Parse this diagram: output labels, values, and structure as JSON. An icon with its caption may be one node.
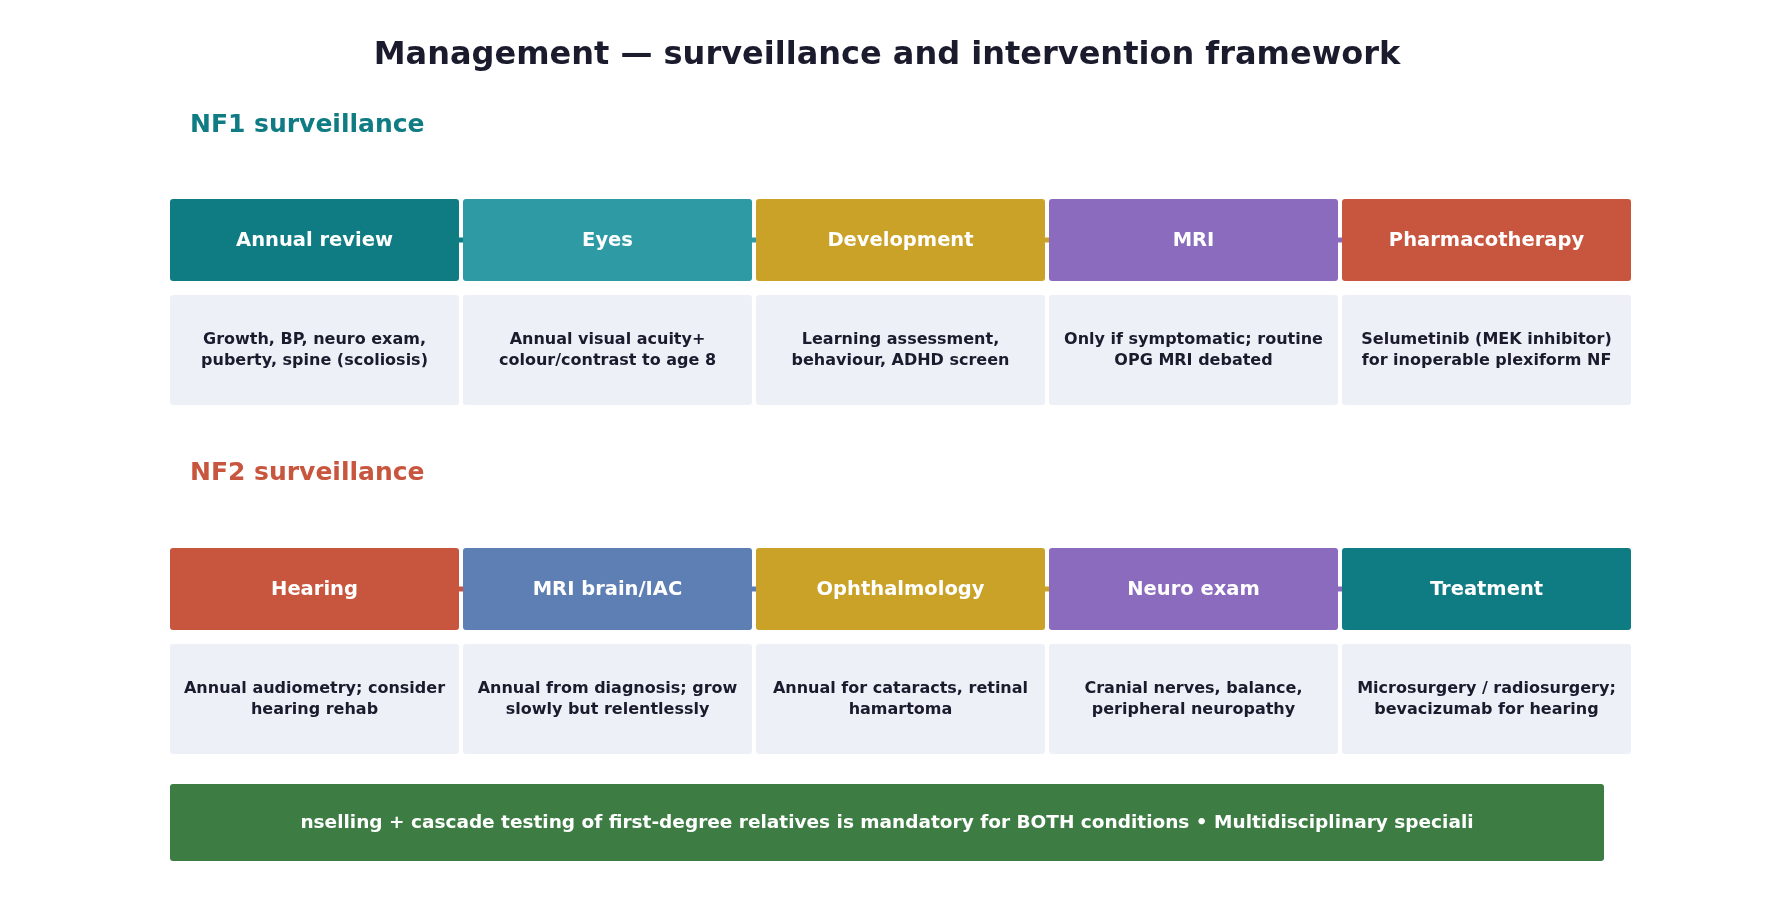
{
  "diagram": {
    "title": "Management — surveillance and intervention framework",
    "nodes": [
      {
        "text": [
          "Annual review"
        ]
      },
      {
        "text": [
          "Eyes"
        ]
      },
      {
        "text": [
          "Development"
        ]
      },
      {
        "text": [
          "MRI"
        ]
      },
      {
        "text": [
          "Pharmacotherapy"
        ]
      },
      {
        "text": [
          "Growth, BP, neuro exam, puberty, spine (scoliosis)"
        ]
      },
      {
        "text": [
          "Annual visual acuity+ colour/contrast to age 8"
        ]
      },
      {
        "text": [
          "Learning assessment, behaviour, ADHD screen"
        ]
      },
      {
        "text": [
          "Only if symptomatic; routine OPG MRI debated"
        ]
      },
      {
        "text": [
          "Selumetinib (MEK inhibitor) for inoperable plexiform NF"
        ]
      },
      {
        "text": [
          "Hearing"
        ]
      },
      {
        "text": [
          "MRI brain/IAC"
        ]
      },
      {
        "text": [
          "Ophthalmology"
        ]
      },
      {
        "text": [
          "Neuro exam"
        ]
      },
      {
        "text": [
          "Treatment"
        ]
      },
      {
        "text": [
          "Annual audiometry; consider hearing rehab"
        ]
      },
      {
        "text": [
          "Annual from diagnosis; grow slowly but relentlessly"
        ]
      },
      {
        "text": [
          "Annual for cataracts, retinal hamartoma"
        ]
      },
      {
        "text": [
          "Cranial nerves, balance, peripheral neuropathy"
        ]
      },
      {
        "text": [
          "Microsurgery / radiosurgery; bevacizumab for hearing"
        ]
      },
      {
        "text": [
          "nselling + cascade testing of first-degree relatives is mandatory for BOTH conditions • Multidisciplinary speciali"
        ]
      }
    ],
    "edges": [
      {
        "from": 0,
        "to": 1,
        "arrow": "none",
        "color": "#0f7b83"
      },
      {
        "from": 1,
        "to": 2,
        "arrow": "none",
        "color": "#2e9aa4"
      },
      {
        "from": 2,
        "to": 3,
        "arrow": "none",
        "color": "#c9a227"
      },
      {
        "from": 3,
        "to": 4,
        "arrow": "none",
        "color": "#8a6bbe"
      },
      {
        "from": 10,
        "to": 11,
        "arrow": "none",
        "color": "#c8553d"
      },
      {
        "from": 11,
        "to": 12,
        "arrow": "none",
        "color": "#5e7fb3"
      },
      {
        "from": 12,
        "to": 13,
        "arrow": "none",
        "color": "#c9a227"
      },
      {
        "from": 13,
        "to": 14,
        "arrow": "none",
        "color": "#8a6bbe"
      }
    ],
    "labels": [
      "NF1 surveillance",
      "NF2 surveillance"
    ]
  }
}
